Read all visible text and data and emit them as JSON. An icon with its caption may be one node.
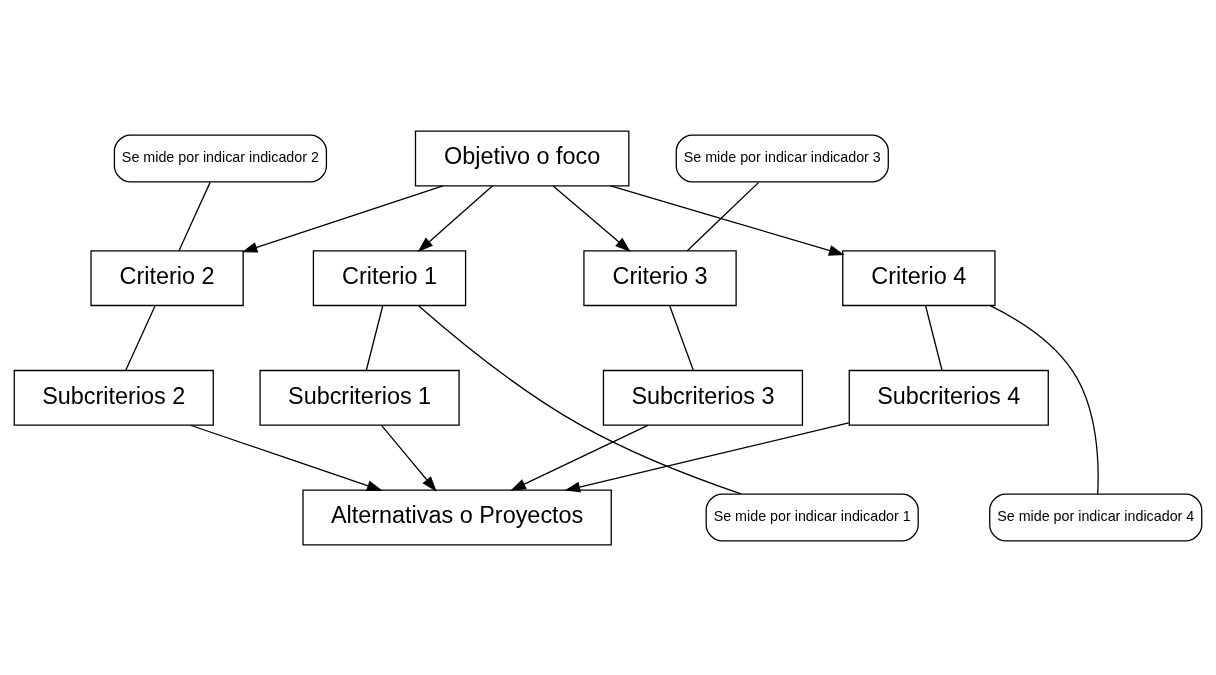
{
  "diagram": {
    "nodes": [
      {
        "text": [
          "Se mide por indicar indicador 2"
        ]
      },
      {
        "text": [
          "Objetivo o foco"
        ]
      },
      {
        "text": [
          "Se mide por indicar indicador 3"
        ]
      },
      {
        "text": [
          "Criterio 1"
        ]
      },
      {
        "text": [
          "Criterio 2"
        ]
      },
      {
        "text": [
          "Criterio 3"
        ]
      },
      {
        "text": [
          "Criterio 4"
        ]
      },
      {
        "text": [
          "Subcriterios 1"
        ]
      },
      {
        "text": [
          "Subcriterios 2"
        ]
      },
      {
        "text": [
          "Subcriterios 3"
        ]
      },
      {
        "text": [
          "Subcriterios 4"
        ]
      },
      {
        "text": [
          "Se mide por indicar indicador 1"
        ]
      },
      {
        "text": [
          "Alternativas o Proyectos"
        ]
      },
      {
        "text": [
          "Se mide por indicar indicador 4"
        ]
      }
    ],
    "edges": [
      {
        "from": 1,
        "to": 3,
        "arrow": "to"
      },
      {
        "from": 1,
        "to": 4,
        "arrow": "to"
      },
      {
        "from": 1,
        "to": 5,
        "arrow": "to"
      },
      {
        "from": 1,
        "to": 6,
        "arrow": "to"
      },
      {
        "from": 0,
        "to": 4,
        "arrow": "none"
      },
      {
        "from": 2,
        "to": 5,
        "arrow": "none"
      },
      {
        "from": 3,
        "to": 7,
        "arrow": "none"
      },
      {
        "from": 4,
        "to": 8,
        "arrow": "none"
      },
      {
        "from": 5,
        "to": 9,
        "arrow": "none"
      },
      {
        "from": 6,
        "to": 10,
        "arrow": "none"
      },
      {
        "from": 11,
        "to": 3,
        "arrow": "none"
      },
      {
        "from": 13,
        "to": 6,
        "arrow": "none"
      },
      {
        "from": 7,
        "to": 12,
        "arrow": "to"
      },
      {
        "from": 8,
        "to": 12,
        "arrow": "to"
      },
      {
        "from": 9,
        "to": 12,
        "arrow": "to"
      },
      {
        "from": 10,
        "to": 12,
        "arrow": "to"
      }
    ]
  }
}
